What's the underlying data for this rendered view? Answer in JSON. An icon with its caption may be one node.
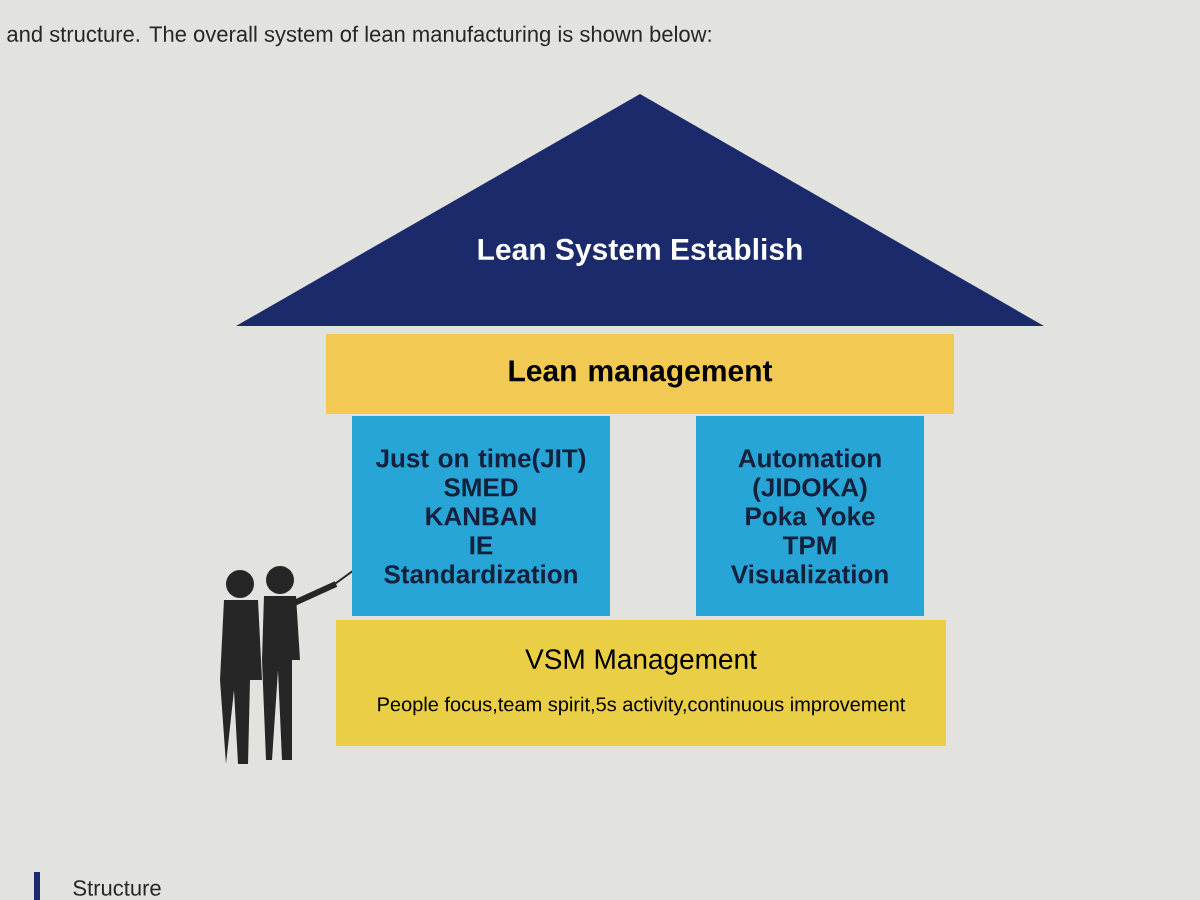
{
  "diagram": {
    "nodes": [
      {
        "text": [
          "Lean System Establish"
        ]
      },
      {
        "text": [
          "Lean management"
        ]
      },
      {
        "text": [
          "Just on time(JIT)",
          "SMED",
          "KANBAN",
          "IE",
          "Standardization"
        ]
      },
      {
        "text": [
          "Automation (JIDOKA)",
          "Poka Yoke",
          "TPM",
          "Visualization"
        ]
      },
      {
        "text": [
          "VSM Management",
          "People focus,team spirit,5s activity,continuous improvement"
        ]
      }
    ],
    "edges": [],
    "labels": [
      "and structure. The overall system of lean manufacturing is shown below:",
      "Structure"
    ]
  }
}
